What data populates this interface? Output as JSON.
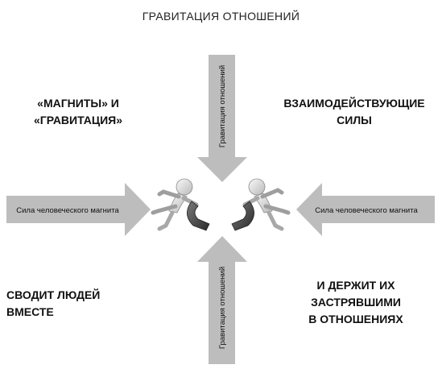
{
  "title": "ГРАВИТАЦИЯ ОТНОШЕНИЙ",
  "labels": {
    "top_left": "«МАГНИТЫ» И «ГРАВИТАЦИЯ»",
    "top_right": "ВЗАИМОДЕЙСТВУЮЩИЕ СИЛЫ",
    "bottom_left": "СВОДИТ ЛЮДЕЙ ВМЕСТЕ",
    "bottom_right_line1": "И ДЕРЖИТ ИХ ЗАСТРЯВШИМИ",
    "bottom_right_line2": "В ОТНОШЕНИЯХ"
  },
  "arrows": {
    "left": "Сила человеческого магнита",
    "right": "Сила человеческого магнита",
    "top": "Гравитация отношений",
    "bottom": "Гравитация отношений"
  },
  "colors": {
    "arrow_fill": "#bdbdbd",
    "figure_fill": "#e6e6e6",
    "magnet_fill": "#4a4a4a"
  },
  "icons": [
    "human-figure-left-icon",
    "human-figure-right-icon",
    "magnet-left-icon",
    "magnet-right-icon"
  ]
}
